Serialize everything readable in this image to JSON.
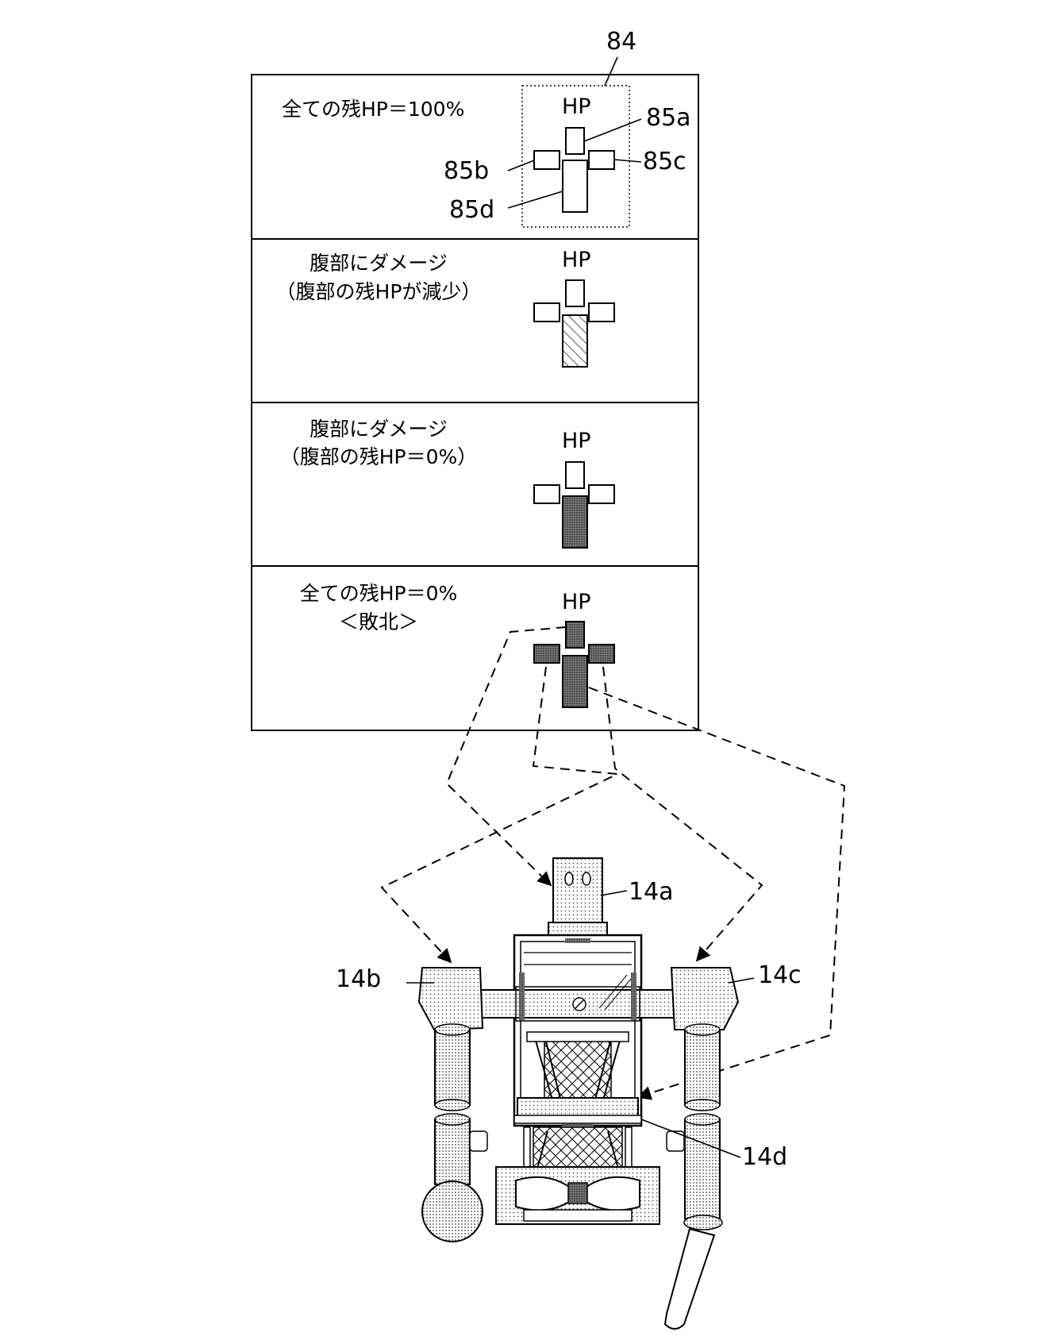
{
  "figure_ref": "84",
  "panels": [
    {
      "lines": [
        "全ての残HP＝100%"
      ],
      "hp_label": "HP",
      "hp_state": {
        "head": "full",
        "left": "full",
        "right": "full",
        "body": "full"
      }
    },
    {
      "lines": [
        "腹部にダメージ",
        "（腹部の残HPが減少）"
      ],
      "hp_label": "HP",
      "hp_state": {
        "head": "full",
        "left": "full",
        "right": "full",
        "body": "reduced"
      }
    },
    {
      "lines": [
        "腹部にダメージ",
        "（腹部の残HP＝0%）"
      ],
      "hp_label": "HP",
      "hp_state": {
        "head": "full",
        "left": "full",
        "right": "full",
        "body": "zero"
      }
    },
    {
      "lines": [
        "全ての残HP＝0%",
        "＜敗北＞"
      ],
      "hp_label": "HP",
      "hp_state": {
        "head": "zero",
        "left": "zero",
        "right": "zero",
        "body": "zero"
      }
    }
  ],
  "gauge_labels": {
    "head": "85a",
    "left": "85b",
    "right": "85c",
    "body": "85d"
  },
  "robot_labels": {
    "head": "14a",
    "left": "14b",
    "right": "14c",
    "body": "14d"
  }
}
